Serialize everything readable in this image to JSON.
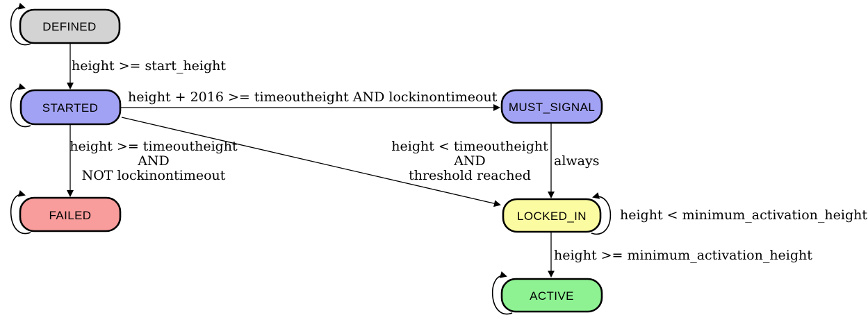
{
  "diagram": {
    "type": "state-machine",
    "background_color": "#ffffff",
    "edge_color": "#000000",
    "node_border_color": "#000000",
    "nodes": [
      {
        "id": "defined",
        "label": "DEFINED",
        "fill": "#d3d3d3",
        "self_loop": true
      },
      {
        "id": "started",
        "label": "STARTED",
        "fill": "#a2a2f5",
        "self_loop": true
      },
      {
        "id": "must_signal",
        "label": "MUST_SIGNAL",
        "fill": "#a2a2f5",
        "self_loop": false
      },
      {
        "id": "failed",
        "label": "FAILED",
        "fill": "#f89c9c",
        "self_loop": true
      },
      {
        "id": "locked_in",
        "label": "LOCKED_IN",
        "fill": "#fbfba1",
        "self_loop": true
      },
      {
        "id": "active",
        "label": "ACTIVE",
        "fill": "#8ef293",
        "self_loop": true
      }
    ],
    "edges": [
      {
        "from": "DEFINED",
        "to": "STARTED",
        "label": "height >= start_height"
      },
      {
        "from": "STARTED",
        "to": "MUST_SIGNAL",
        "label": "height + 2016 >= timeoutheight AND lockinontimeout"
      },
      {
        "from": "STARTED",
        "to": "FAILED",
        "label_lines": [
          "height >= timeoutheight",
          "AND",
          "NOT lockinontimeout"
        ]
      },
      {
        "from": "STARTED",
        "to": "LOCKED_IN",
        "label_lines": [
          "height < timeoutheight",
          "AND",
          "threshold reached"
        ]
      },
      {
        "from": "MUST_SIGNAL",
        "to": "LOCKED_IN",
        "label": "always"
      },
      {
        "from": "LOCKED_IN",
        "to": "LOCKED_IN",
        "label": "height < minimum_activation_height"
      },
      {
        "from": "LOCKED_IN",
        "to": "ACTIVE",
        "label": "height >= minimum_activation_height"
      },
      {
        "from": "DEFINED",
        "to": "DEFINED",
        "label": ""
      },
      {
        "from": "STARTED",
        "to": "STARTED",
        "label": ""
      },
      {
        "from": "FAILED",
        "to": "FAILED",
        "label": ""
      },
      {
        "from": "ACTIVE",
        "to": "ACTIVE",
        "label": ""
      }
    ]
  }
}
